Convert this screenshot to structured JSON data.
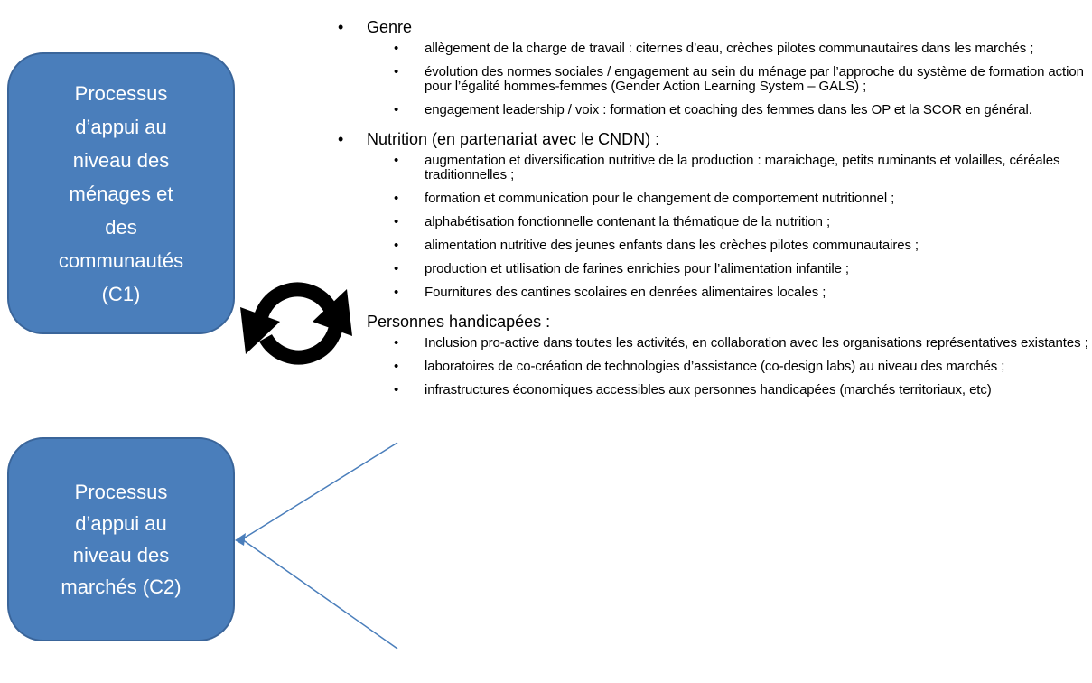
{
  "left_boxes": {
    "c1_label": "Processus d’appui au niveau des ménages et des communautés (C1)",
    "c1_lines": [
      "Processus",
      "d’appui au",
      "niveau des",
      "ménages et",
      "des",
      "communautés",
      "(C1)"
    ],
    "c2_label": "Processus d’appui au niveau des marchés (C2)",
    "c2_lines": [
      "Processus",
      "d’appui au",
      "niveau des",
      "marchés (C2)"
    ]
  },
  "sections": [
    {
      "title": "Genre",
      "items": [
        "allègement de la charge de travail : citernes d’eau, crèches pilotes communautaires dans les marchés ;",
        "évolution des normes sociales / engagement au sein du ménage par l’approche du système de formation action pour l’égalité hommes-femmes (Gender Action Learning System – GALS) ;",
        "engagement leadership / voix : formation et coaching des femmes dans les OP et la SCOR en général."
      ]
    },
    {
      "title": "Nutrition (en partenariat avec le CNDN) :",
      "items": [
        "augmentation et diversification nutritive de la production : maraichage, petits ruminants et volailles, céréales traditionnelles ;",
        "formation et communication pour le changement de comportement nutritionnel ;",
        "alphabétisation fonctionnelle contenant la thématique de la nutrition ;",
        "alimentation nutritive des jeunes enfants dans les crèches pilotes communautaires ;",
        "production et utilisation de farines enrichies pour l’alimentation infantile ;",
        "Fournitures des cantines scolaires en denrées alimentaires locales ;"
      ]
    },
    {
      "title": "Personnes handicapées :",
      "items": [
        "Inclusion pro-active dans toutes les activités, en collaboration avec les organisations représentatives existantes ;",
        "laboratoires de co-création de technologies d’assistance (co-design labs) au niveau des marchés ;",
        "infrastructures économiques accessibles aux personnes handicapées (marchés territoriaux, etc)"
      ]
    }
  ],
  "icons": {
    "cycle": "refresh-cycle-icon",
    "connector": "arrow-connector"
  },
  "colors": {
    "box_fill": "#4a7ebb",
    "box_border": "#3a659a",
    "connector_line": "#4a7ebb"
  }
}
